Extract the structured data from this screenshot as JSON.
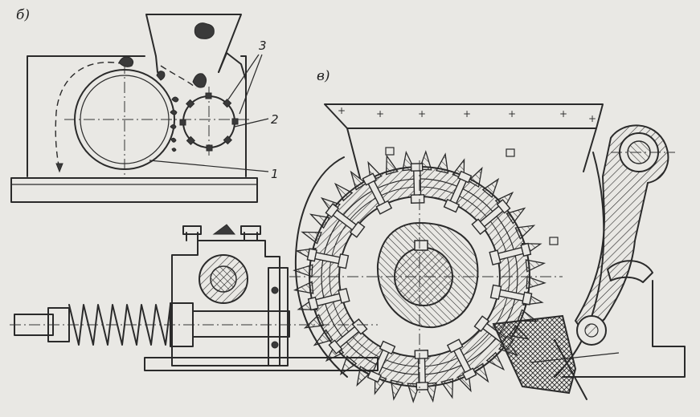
{
  "labels": {
    "view_b": "б)",
    "view_v": "в)",
    "part_1": "1",
    "part_2": "2",
    "part_3": "3"
  },
  "colors": {
    "paper": "#e9e8e4",
    "ink": "#2a2a2a"
  }
}
